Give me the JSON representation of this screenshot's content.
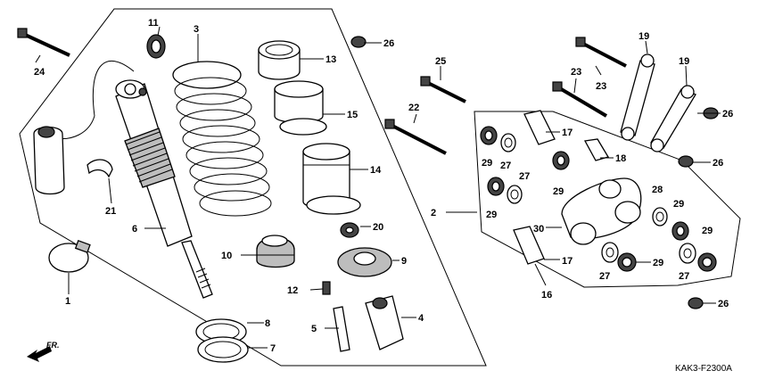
{
  "diagram": {
    "code": "KAK3-F2300A",
    "direction_label": "FR.",
    "callouts": [
      {
        "id": "c1",
        "text": "1"
      },
      {
        "id": "c2",
        "text": "2"
      },
      {
        "id": "c3",
        "text": "3"
      },
      {
        "id": "c4",
        "text": "4"
      },
      {
        "id": "c5",
        "text": "5"
      },
      {
        "id": "c6",
        "text": "6"
      },
      {
        "id": "c7",
        "text": "7"
      },
      {
        "id": "c8",
        "text": "8"
      },
      {
        "id": "c9",
        "text": "9"
      },
      {
        "id": "c10",
        "text": "10"
      },
      {
        "id": "c11",
        "text": "11"
      },
      {
        "id": "c12",
        "text": "12"
      },
      {
        "id": "c13",
        "text": "13"
      },
      {
        "id": "c14",
        "text": "14"
      },
      {
        "id": "c15",
        "text": "15"
      },
      {
        "id": "c16",
        "text": "16"
      },
      {
        "id": "c17a",
        "text": "17"
      },
      {
        "id": "c17b",
        "text": "17"
      },
      {
        "id": "c18",
        "text": "18"
      },
      {
        "id": "c19a",
        "text": "19"
      },
      {
        "id": "c19b",
        "text": "19"
      },
      {
        "id": "c20",
        "text": "20"
      },
      {
        "id": "c21",
        "text": "21"
      },
      {
        "id": "c22",
        "text": "22"
      },
      {
        "id": "c23a",
        "text": "23"
      },
      {
        "id": "c23b",
        "text": "23"
      },
      {
        "id": "c24",
        "text": "24"
      },
      {
        "id": "c25",
        "text": "25"
      },
      {
        "id": "c26a",
        "text": "26"
      },
      {
        "id": "c26b",
        "text": "26"
      },
      {
        "id": "c26c",
        "text": "26"
      },
      {
        "id": "c26d",
        "text": "26"
      },
      {
        "id": "c27a",
        "text": "27"
      },
      {
        "id": "c27b",
        "text": "27"
      },
      {
        "id": "c27c",
        "text": "27"
      },
      {
        "id": "c27d",
        "text": "27"
      },
      {
        "id": "c28",
        "text": "28"
      },
      {
        "id": "c29a",
        "text": "29"
      },
      {
        "id": "c29b",
        "text": "29"
      },
      {
        "id": "c29c",
        "text": "29"
      },
      {
        "id": "c29d",
        "text": "29"
      },
      {
        "id": "c29e",
        "text": "29"
      },
      {
        "id": "c29f",
        "text": "29"
      },
      {
        "id": "c30",
        "text": "30"
      }
    ]
  }
}
